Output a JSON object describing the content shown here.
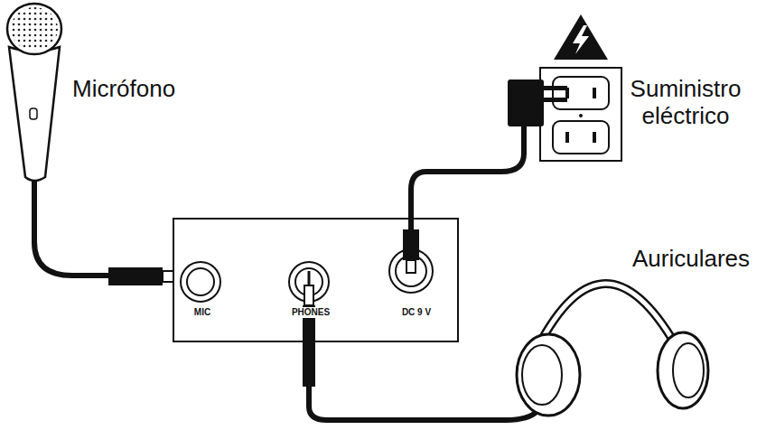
{
  "diagram": {
    "labels": [
      "Micrófono",
      "Suministro eléctrico",
      "Auriculares",
      "MIC",
      "PHONES",
      "DC 9 V"
    ]
  }
}
